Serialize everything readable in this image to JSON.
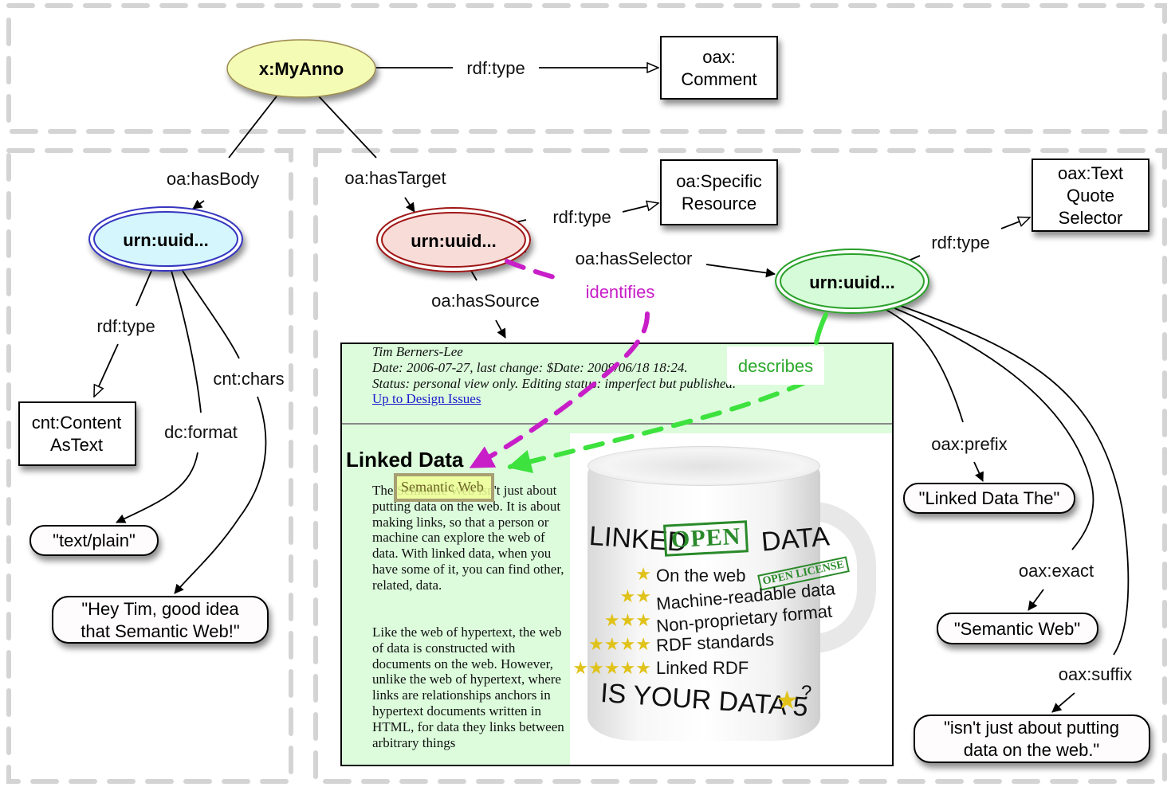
{
  "diagram": {
    "title": "Open Annotation model example",
    "groups": [
      {
        "id": "annotation-group"
      },
      {
        "id": "body-group"
      },
      {
        "id": "target-group"
      }
    ],
    "nodes": {
      "annotation": {
        "label": "x:MyAnno",
        "shape": "ellipse",
        "fill": "#f4fbb4",
        "stroke": "#9a8a50"
      },
      "body": {
        "label": "urn:uuid...",
        "shape": "double-ellipse",
        "fill": "#d4f6fc",
        "stroke": "#3434c0"
      },
      "target": {
        "label": "urn:uuid...",
        "shape": "double-ellipse",
        "fill": "#f8dcd8",
        "stroke": "#a01818"
      },
      "selector": {
        "label": "urn:uuid...",
        "shape": "double-ellipse",
        "fill": "#d6fbd8",
        "stroke": "#2aa02a"
      }
    },
    "classes": {
      "comment": [
        "oax:",
        "Comment"
      ],
      "content_as_text": [
        "cnt:Content",
        "AsText"
      ],
      "specific_resource": [
        "oa:Specific",
        "Resource"
      ],
      "text_quote_selector": [
        "oax:Text",
        "Quote",
        "Selector"
      ]
    },
    "literals": {
      "format": "\"text/plain\"",
      "chars": [
        "\"Hey Tim, good idea",
        "that Semantic Web!\""
      ],
      "prefix": "\"Linked Data The\"",
      "exact": "\"Semantic Web\"",
      "suffix": [
        "\"isn't just about putting",
        "data on the web.\""
      ]
    },
    "edges": {
      "anno_type": "rdf:type",
      "has_body": "oa:hasBody",
      "has_target": "oa:hasTarget",
      "body_type": "rdf:type",
      "dc_format": "dc:format",
      "cnt_chars": "cnt:chars",
      "target_type": "rdf:type",
      "has_selector": "oa:hasSelector",
      "has_source": "oa:hasSource",
      "selector_type": "rdf:type",
      "prefix": "oax:prefix",
      "exact": "oax:exact",
      "suffix": "oax:suffix",
      "identifies": "identifies",
      "describes": "describes"
    },
    "colors": {
      "identifies": "#c81ec8",
      "describes": "#3ee23e",
      "group_border": "#d4d4d4"
    }
  },
  "webpage": {
    "author": "Tim Berners-Lee",
    "date_line": "Date: 2006-07-27, last change: $Date: 2009/06/18 18:24.",
    "status_line": "Status: personal view only. Editing status: imperfect but published.",
    "link": "Up to Design Issues",
    "heading": "Linked Data",
    "highlight": "Semantic Web",
    "paragraph1": "The Semantic Web isn't just about putting data on the web. It is about making links, so that a person or machine can explore the web of data.  With linked data, when you have some of it, you can find other, related, data.",
    "paragraph2": "Like the web of hypertext, the web of data is constructed with documents on the web. However,  unlike the web of hypertext,  where links are relationships anchors in hypertext documents written in HTML, for data they links between arbitrary things",
    "mug": {
      "title_left": "LINKED",
      "title_open": "OPEN",
      "title_right": "DATA",
      "badge": "OPEN LICENSE",
      "rows": [
        {
          "stars": "★",
          "text": "On the web"
        },
        {
          "stars": "★★",
          "text": "Machine-readable data"
        },
        {
          "stars": "★★★",
          "text": "Non-proprietary format"
        },
        {
          "stars": "★★★★",
          "text": "RDF standards"
        },
        {
          "stars": "★★★★★",
          "text": "Linked RDF"
        }
      ],
      "question": "IS YOUR DATA 5",
      "question_star": "★",
      "question_mark": "?"
    }
  }
}
